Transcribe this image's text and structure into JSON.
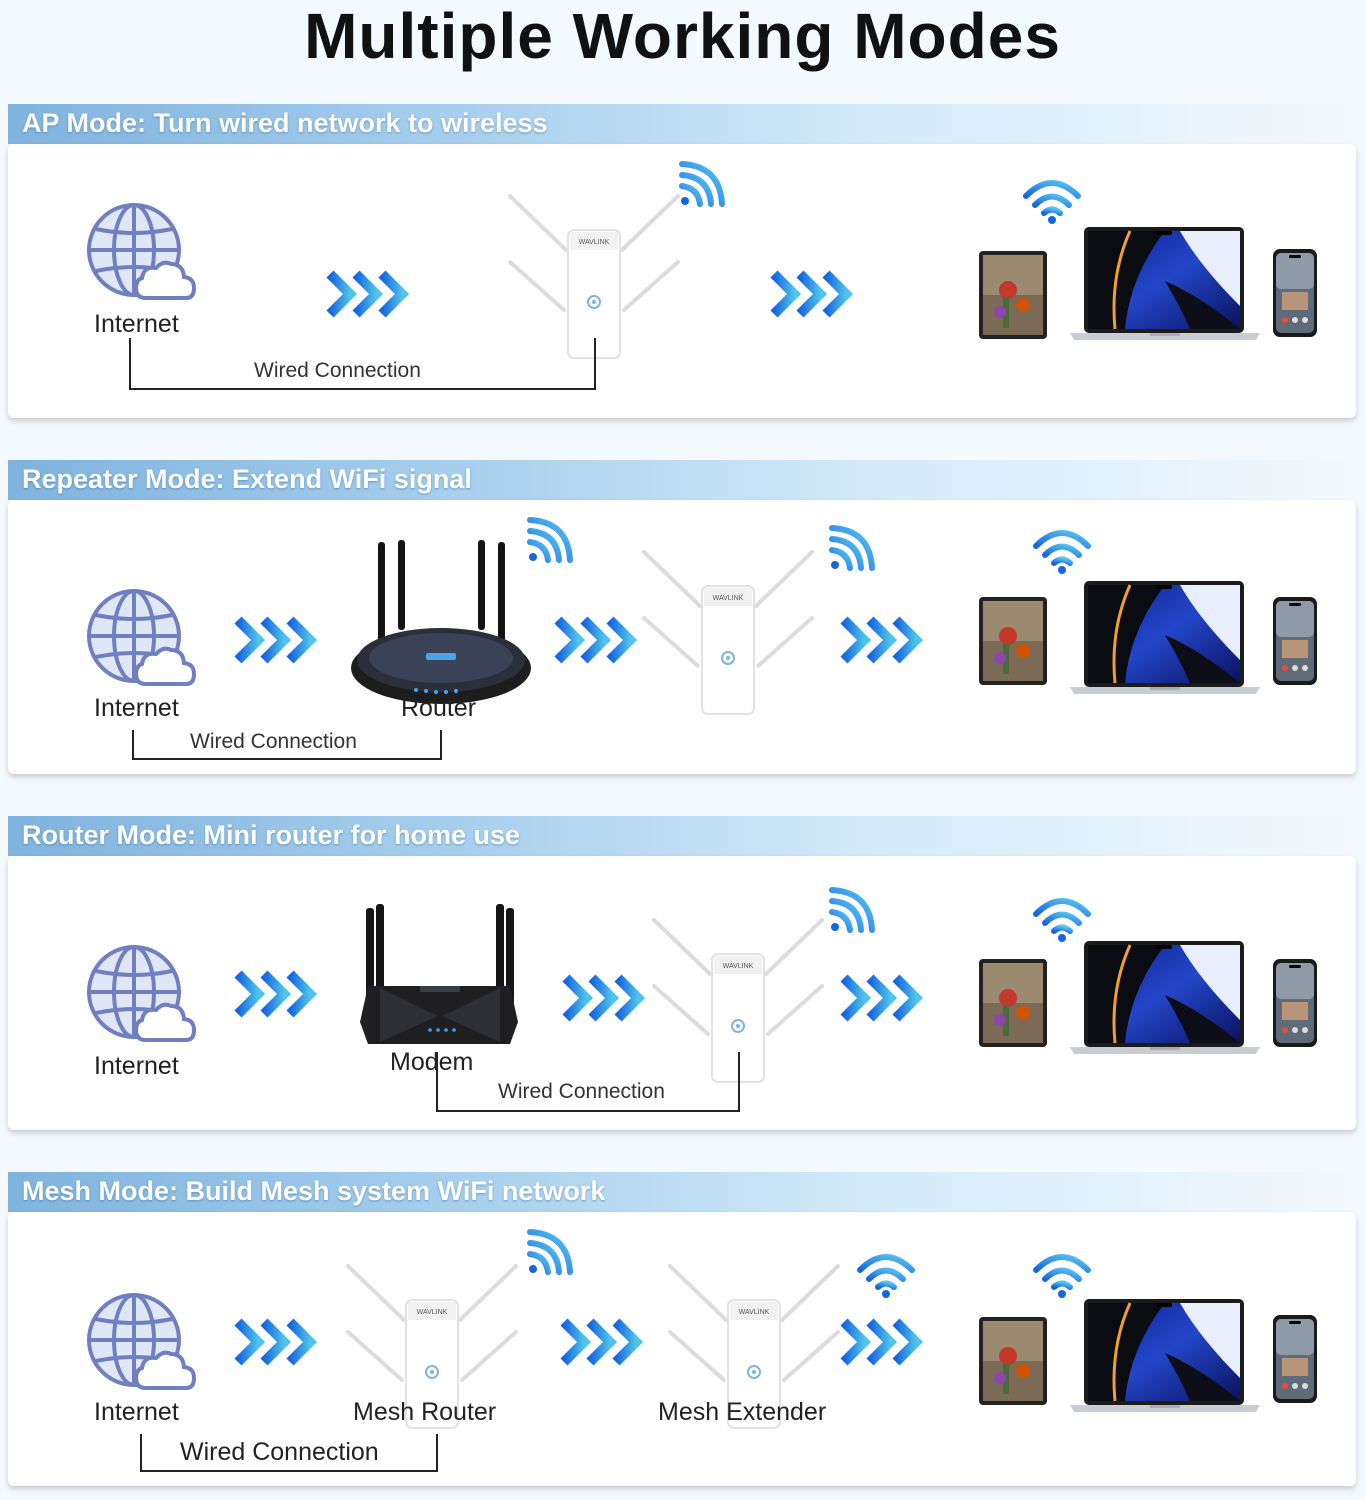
{
  "title": "Multiple Working Modes",
  "colors": {
    "accent": "#1e88e5",
    "band": "#a9d0ee",
    "globe": "#6f7fbf"
  },
  "icons": [
    "globe-cloud-icon",
    "arrow-chevrons-icon",
    "wifi-icon",
    "extender-device",
    "router-device",
    "modem-device",
    "tablet-icon",
    "laptop-icon",
    "phone-icon"
  ],
  "sections": [
    {
      "heading": "AP Mode: Turn wired network to wireless",
      "internet": "Internet",
      "wired": "Wired Connection"
    },
    {
      "heading": "Repeater Mode: Extend WiFi signal",
      "internet": "Internet",
      "router": "Router",
      "wired": "Wired Connection"
    },
    {
      "heading": "Router Mode: Mini router for home use",
      "internet": "Internet",
      "modem": "Modem",
      "wired": "Wired Connection"
    },
    {
      "heading": "Mesh Mode: Build Mesh system WiFi network",
      "internet": "Internet",
      "mesh_router": "Mesh Router",
      "mesh_extender": "Mesh Extender",
      "wired": "Wired Connection"
    }
  ]
}
